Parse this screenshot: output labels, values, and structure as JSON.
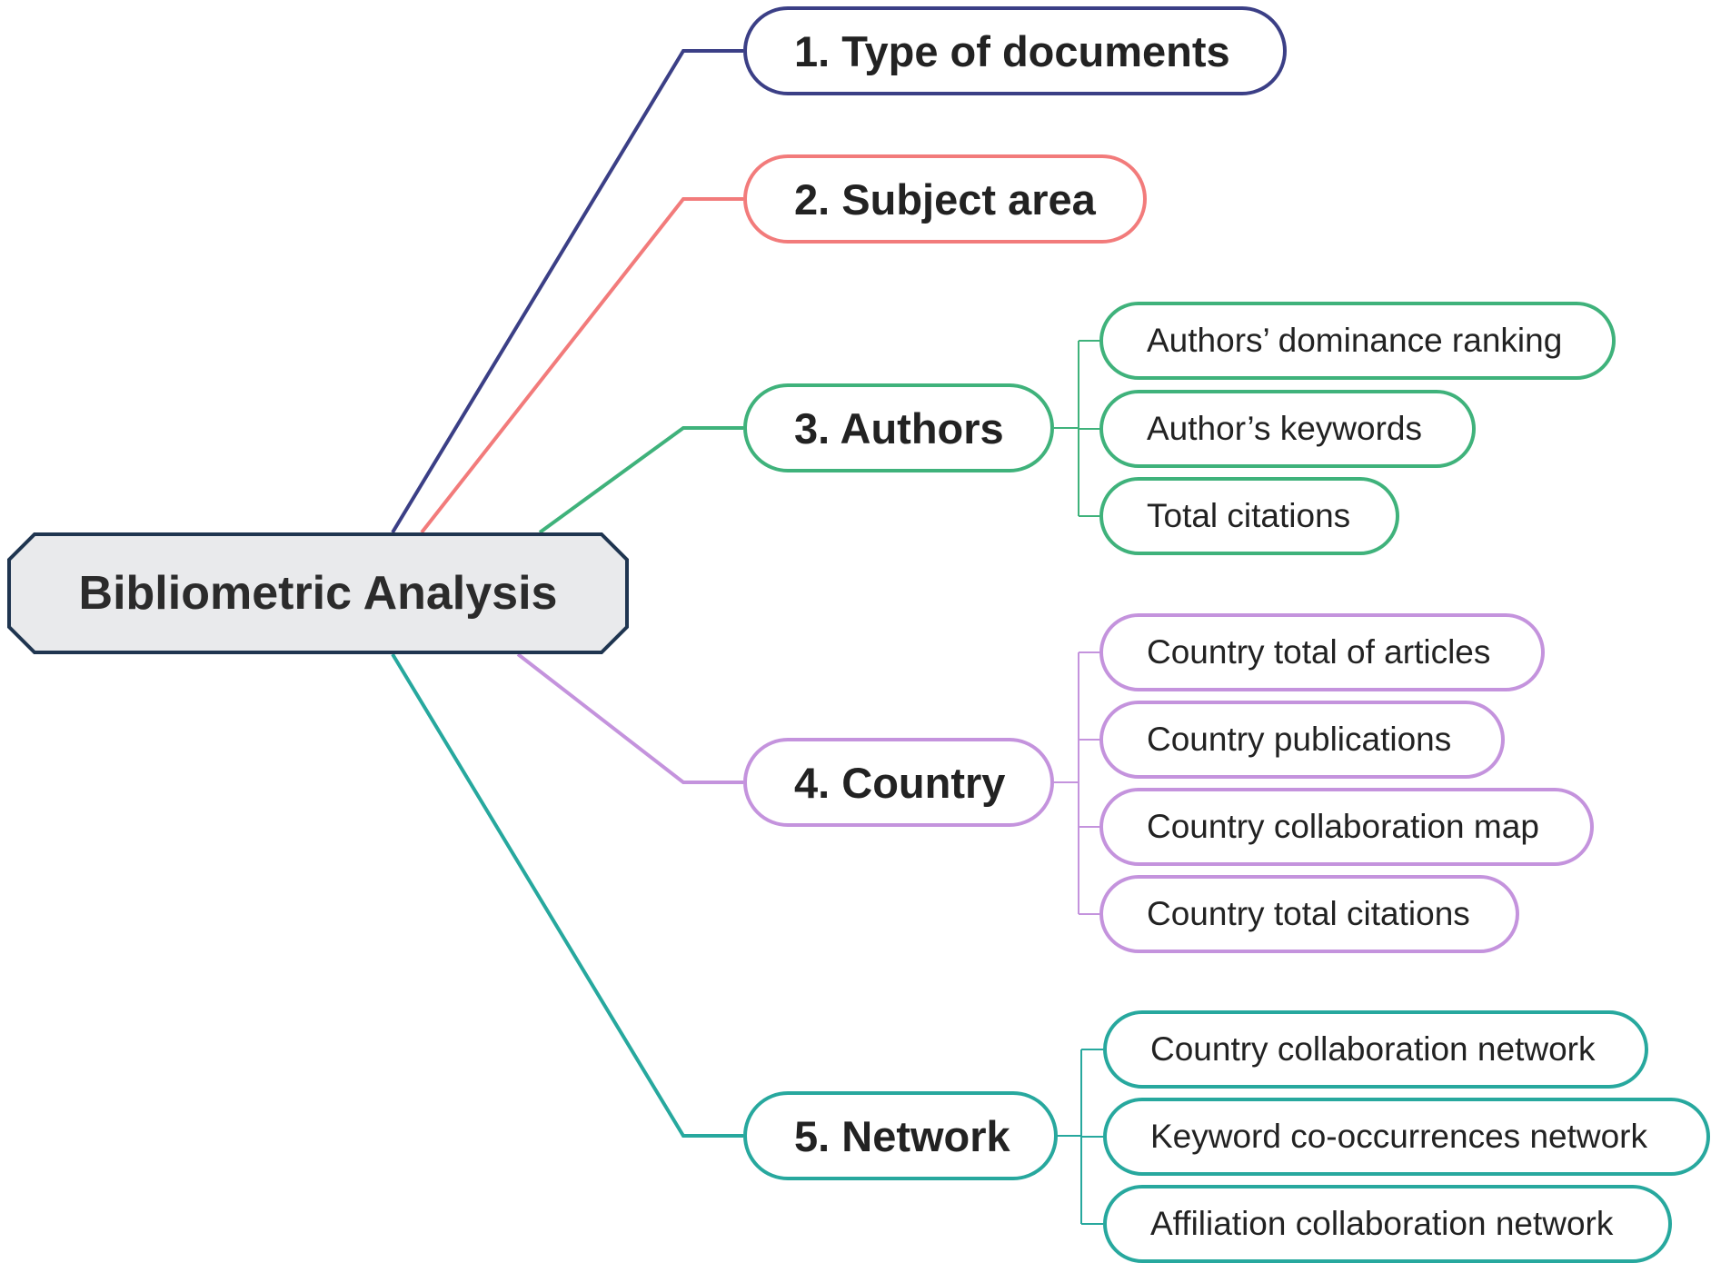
{
  "root": {
    "label": "Bibliometric Analysis",
    "fill": "#e9eaec",
    "stroke": "#1f3550"
  },
  "branches": [
    {
      "label": "1. Type of documents",
      "color": "#3b3f86",
      "children": []
    },
    {
      "label": "2. Subject area",
      "color": "#f27b7b",
      "children": []
    },
    {
      "label": "3. Authors",
      "color": "#3fb27b",
      "children": [
        "Authors’ dominance ranking",
        "Author’s keywords",
        "Total citations"
      ]
    },
    {
      "label": "4. Country",
      "color": "#c493dd",
      "children": [
        "Country total of articles",
        "Country publications",
        "Country collaboration map",
        "Country total citations"
      ]
    },
    {
      "label": "5. Network",
      "color": "#27a89e",
      "children": [
        "Country collaboration network",
        "Keyword co-occurrences network",
        "Affiliation collaboration network"
      ]
    }
  ]
}
